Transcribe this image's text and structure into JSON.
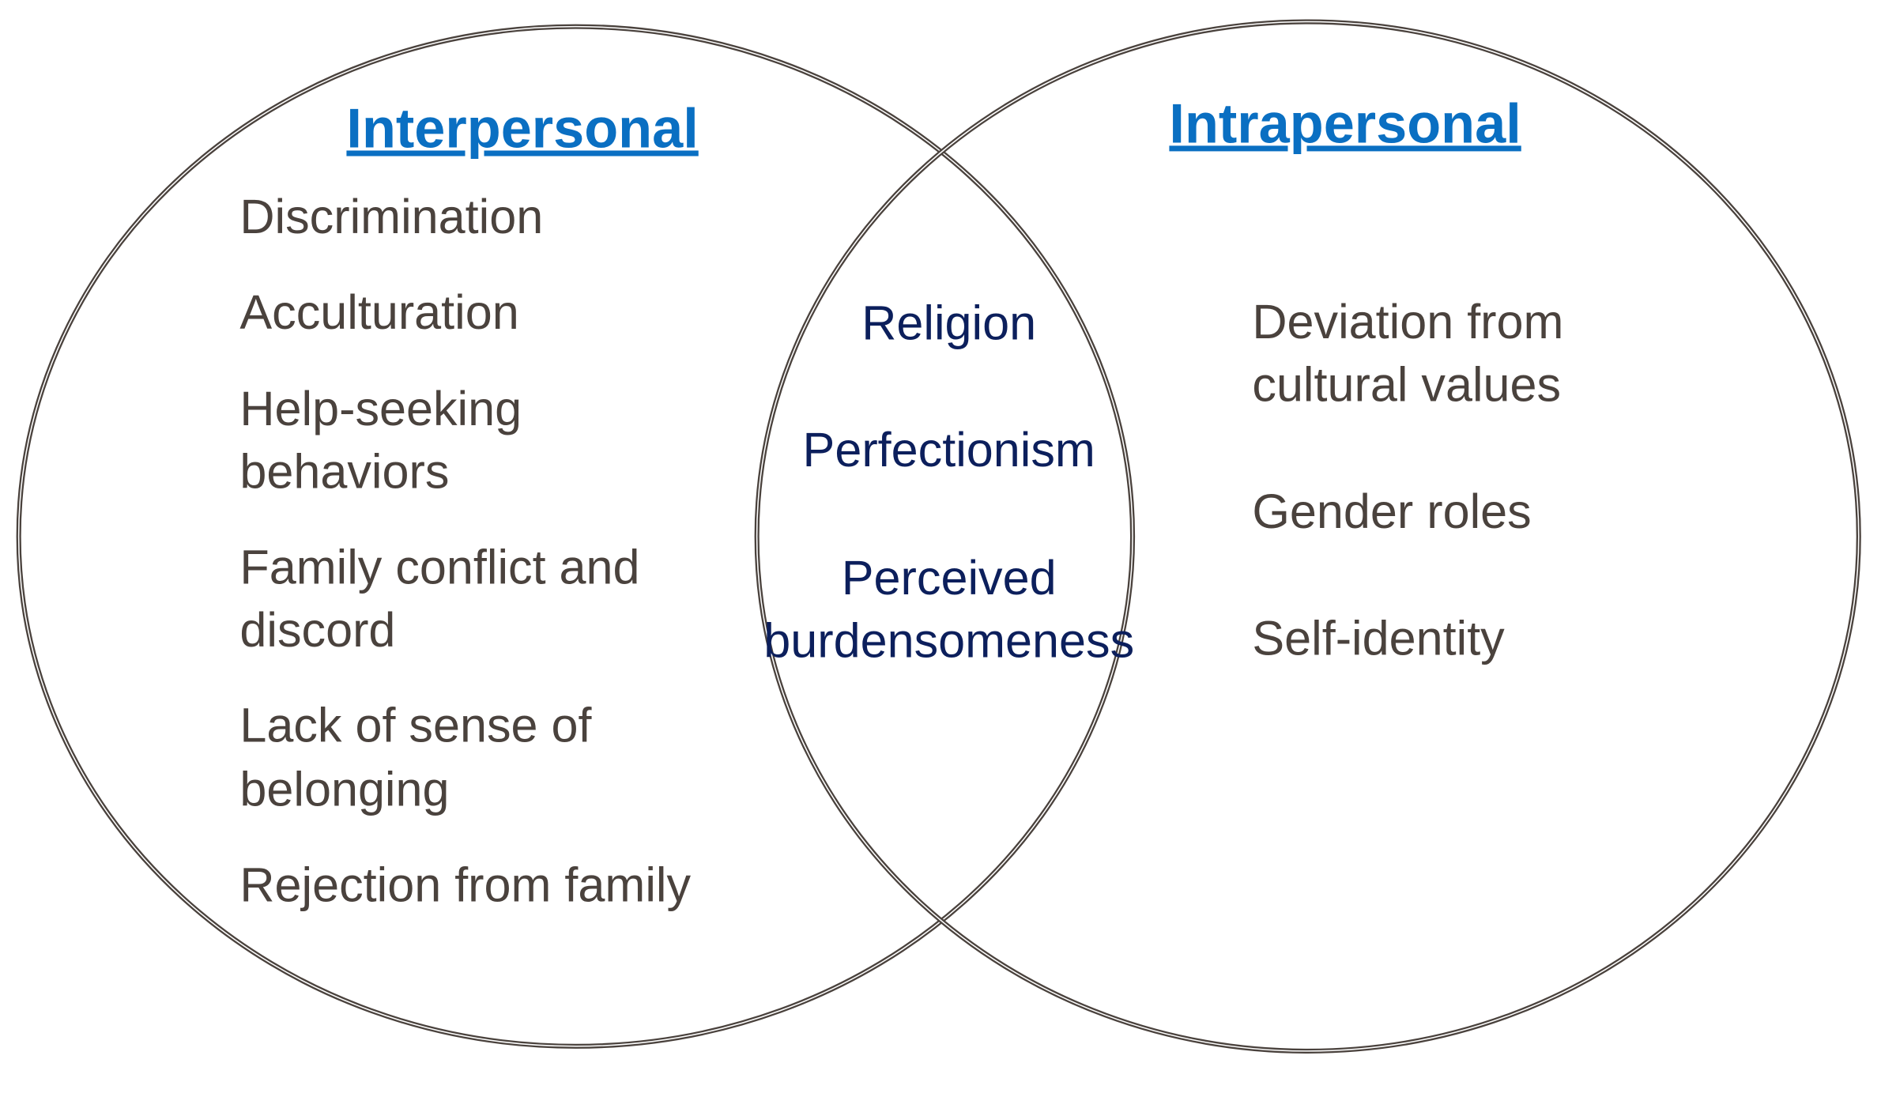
{
  "left": {
    "title": "Interpersonal",
    "items": [
      [
        "Discrimination"
      ],
      [
        "Acculturation"
      ],
      [
        "Help-seeking",
        "behaviors"
      ],
      [
        "Family conflict and",
        "discord"
      ],
      [
        "Lack of sense of",
        "belonging"
      ],
      [
        "Rejection from family"
      ]
    ]
  },
  "overlap": {
    "items": [
      [
        "Religion"
      ],
      [
        "Perfectionism"
      ],
      [
        "Perceived",
        "burdensomeness"
      ]
    ]
  },
  "right": {
    "title": "Intrapersonal",
    "items": [
      [
        "Deviation from",
        "cultural values"
      ],
      [
        "Gender roles"
      ],
      [
        "Self-identity"
      ]
    ]
  },
  "colors": {
    "title": "#0a6fc2",
    "item": "#4a423d",
    "overlap": "#0c1f5c",
    "outline": "#4a423d"
  }
}
